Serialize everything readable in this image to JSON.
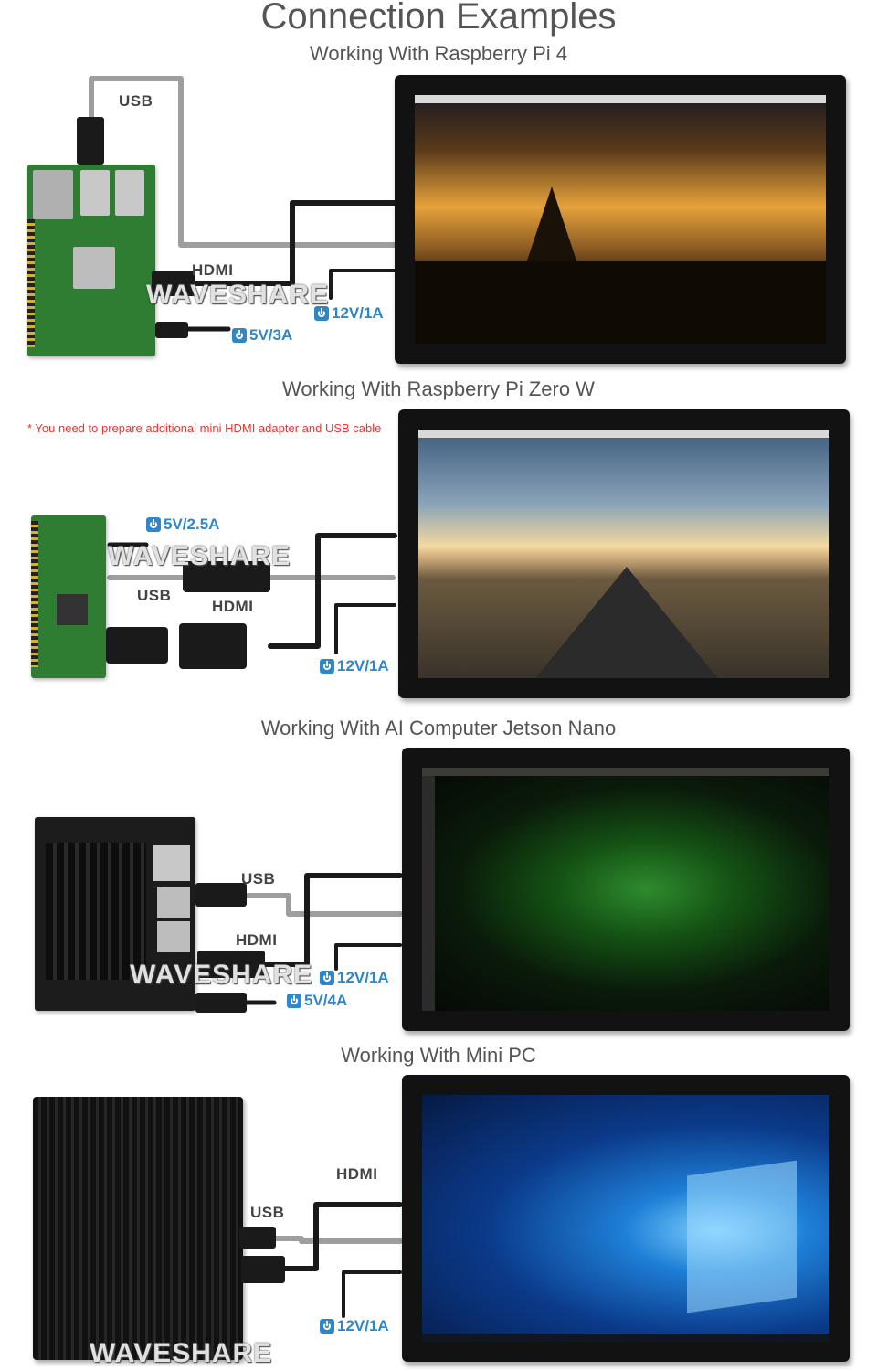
{
  "page": {
    "title": "Connection Examples",
    "brand": "WAVESHARE"
  },
  "sections": [
    {
      "subtitle": "Working With Raspberry Pi 4",
      "labels": {
        "usb": "USB",
        "hdmi": "HDMI"
      },
      "power_board": "5V/3A",
      "power_display": "12V/1A"
    },
    {
      "subtitle": "Working With Raspberry Pi Zero W",
      "note": "* You need to prepare additional mini HDMI adapter and USB cable",
      "labels": {
        "usb": "USB",
        "hdmi": "HDMI"
      },
      "power_board": "5V/2.5A",
      "power_display": "12V/1A"
    },
    {
      "subtitle": "Working With AI Computer Jetson Nano",
      "labels": {
        "usb": "USB",
        "hdmi": "HDMI"
      },
      "power_board": "5V/4A",
      "power_display": "12V/1A"
    },
    {
      "subtitle": "Working With Mini PC",
      "labels": {
        "usb": "USB",
        "hdmi": "HDMI"
      },
      "power_display": "12V/1A"
    }
  ],
  "colors": {
    "power_accent": "#2f86c8",
    "note": "#e53935",
    "board_green": "#2e7d32",
    "monitor_bezel": "#121212",
    "cable_grey": "#9e9e9e",
    "cable_black": "#1a1a1a"
  },
  "icons": [
    "power-icon",
    "usb-connector-icon",
    "hdmi-connector-icon",
    "dc-barrel-icon"
  ]
}
